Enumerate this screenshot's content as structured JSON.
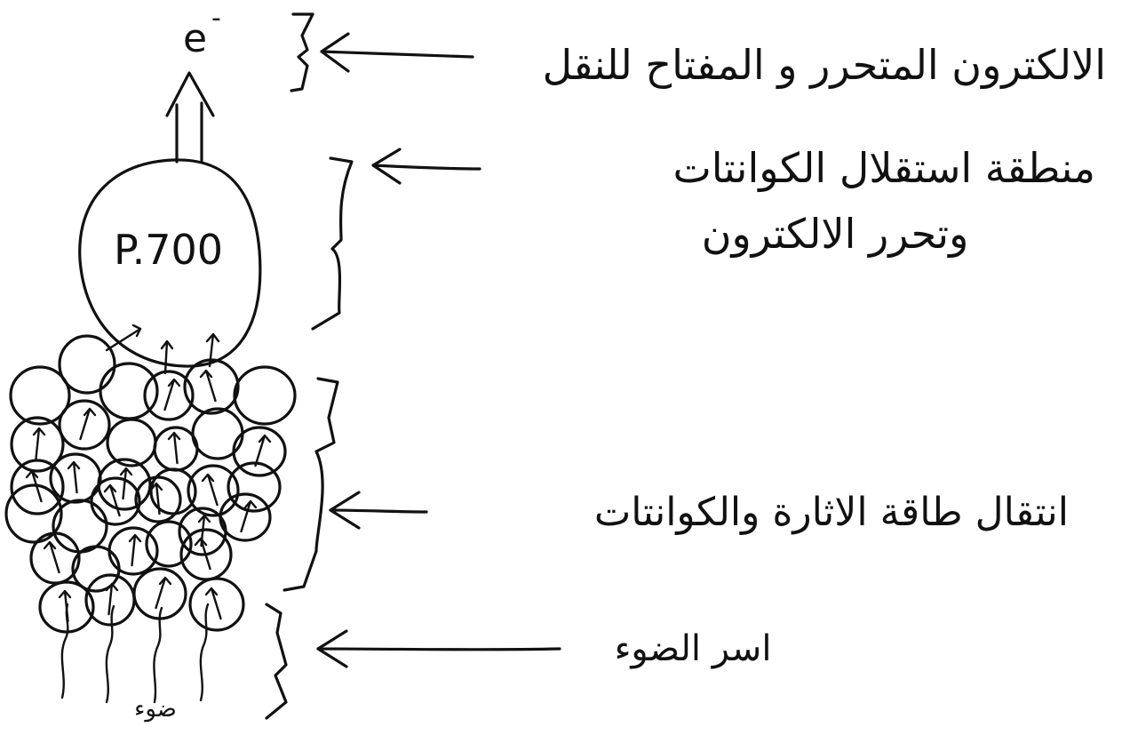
{
  "diagram": {
    "electron_symbol": "e",
    "electron_charge": "-",
    "reaction_center": "P.700",
    "labels": {
      "free_electron": "الالكترون المتحرر و المفتاح للنقل",
      "excitation_line1": "منطقة استقلال الكوانتات",
      "excitation_line2": "وتحرر الالكترون",
      "energy_transfer": "انتقال طاقة الاثارة والكوانتات",
      "light_capture": "اسر الضوء",
      "light_bottom": "ضوء"
    }
  }
}
